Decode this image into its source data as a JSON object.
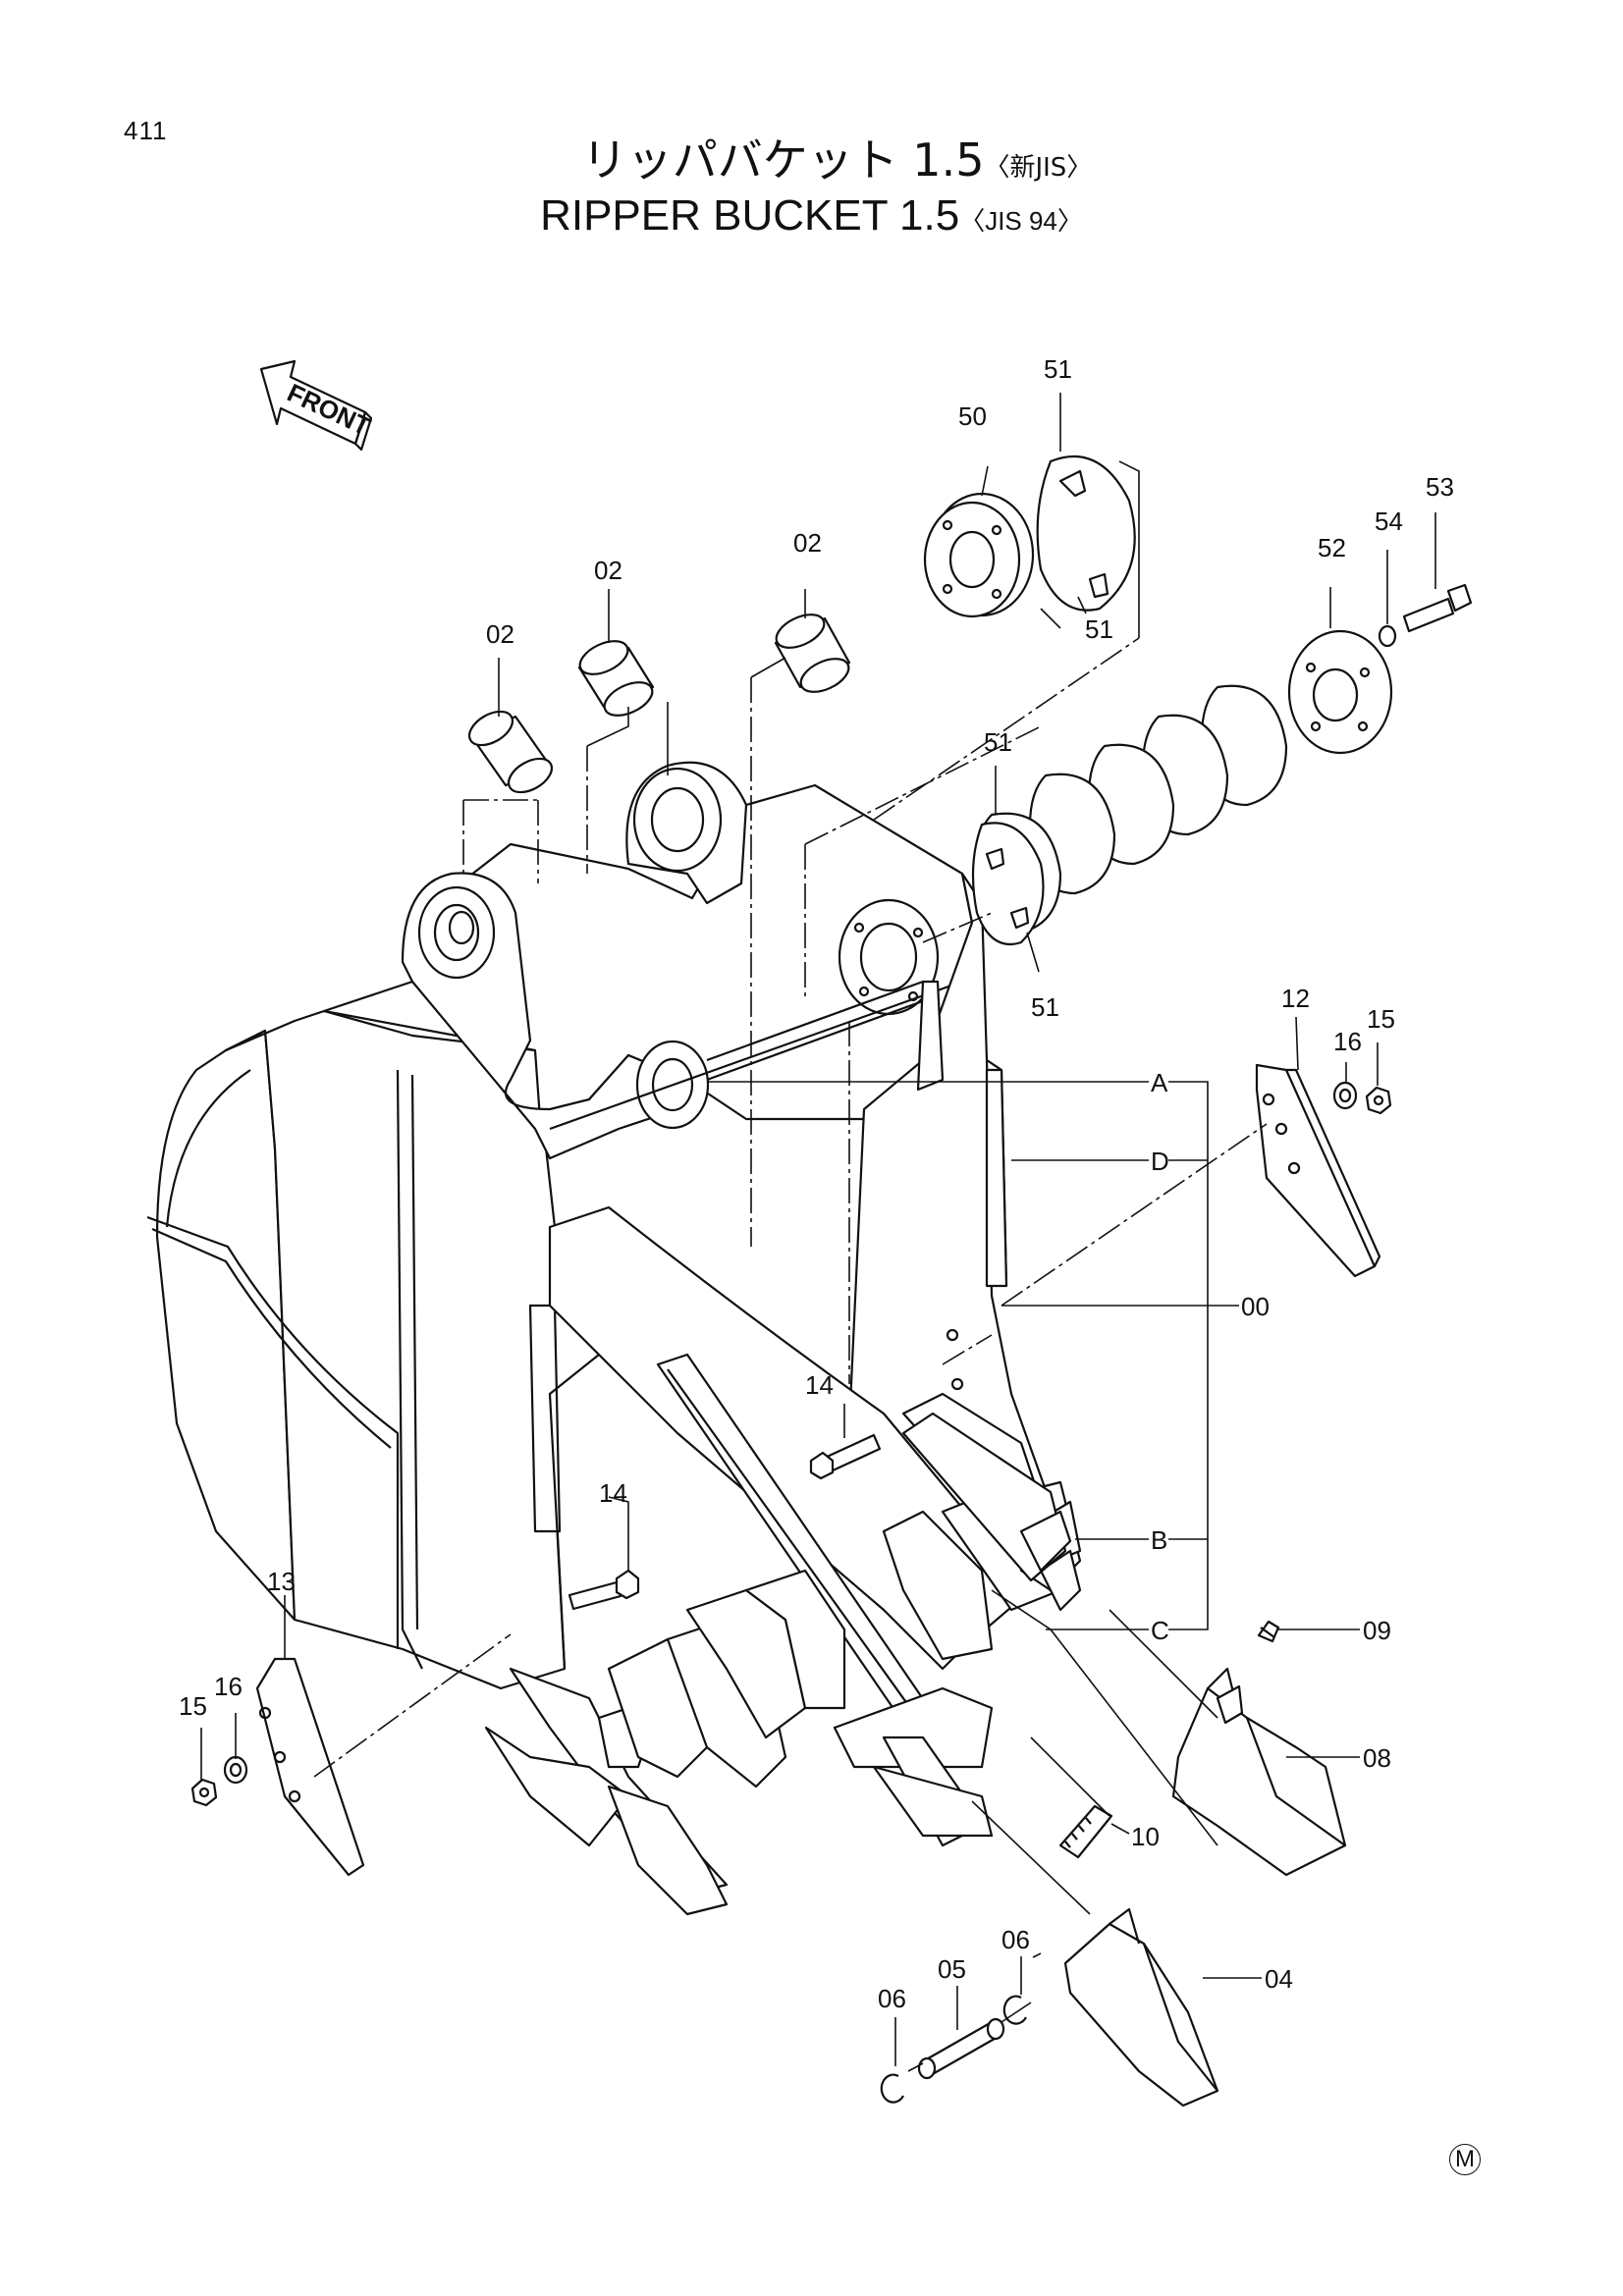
{
  "page_number": "411",
  "title_jp": {
    "main": "リッパバケット 1.5",
    "suffix": "〈新JIS〉"
  },
  "title_en": {
    "main": "RIPPER  BUCKET 1.5",
    "suffix": "〈JIS 94〉"
  },
  "front_label": "FRONT",
  "parts": {
    "p00": "00",
    "p02": "02",
    "p04": "04",
    "p05": "05",
    "p06": "06",
    "p08": "08",
    "p09": "09",
    "p10": "10",
    "p12": "12",
    "p13": "13",
    "p14": "14",
    "p15": "15",
    "p16": "16",
    "p50": "50",
    "p51": "51",
    "p52": "52",
    "p53": "53",
    "p54": "54"
  },
  "groups": {
    "A": "A",
    "B": "B",
    "C": "C",
    "D": "D"
  },
  "mark": "M"
}
